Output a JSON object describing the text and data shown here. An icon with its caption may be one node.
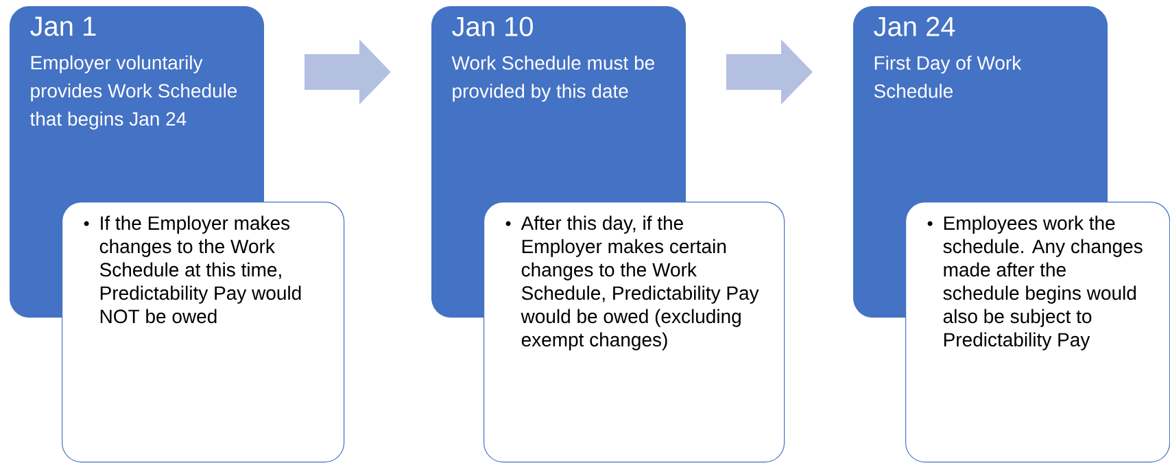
{
  "diagram": {
    "nodes": [
      {
        "text": [
          "Jan 1",
          "Employer voluntarily provides Work Schedule that begins Jan 24"
        ]
      },
      {
        "text": [
          "If the Employer makes changes to the Work Schedule at this time, Predictability Pay would NOT be owed"
        ]
      },
      {
        "text": [
          "Jan 10",
          "Work Schedule must be provided by this date"
        ]
      },
      {
        "text": [
          "After this day, if the Employer makes certain changes to the Work Schedule, Predictability Pay would be owed (excluding exempt changes)"
        ]
      },
      {
        "text": [
          "Jan 24",
          "First Day of Work Schedule"
        ]
      },
      {
        "text": [
          "Employees work the schedule. Any changes made after the schedule begins would also be subject to Predictability Pay"
        ]
      }
    ],
    "edges": [
      {
        "from": 0,
        "to": 2,
        "arrow": "to"
      },
      {
        "from": 2,
        "to": 4,
        "arrow": "to"
      }
    ]
  }
}
